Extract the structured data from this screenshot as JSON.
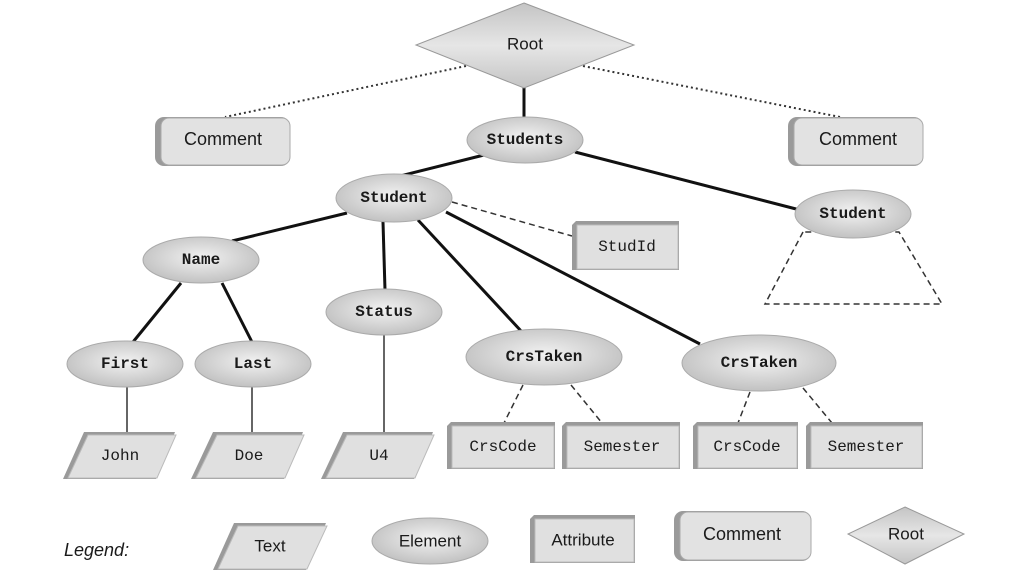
{
  "diagram": {
    "title": "XML document tree",
    "nodes": {
      "root": {
        "label": "Root",
        "kind": "root"
      },
      "comment_left": {
        "label": "Comment",
        "kind": "comment"
      },
      "comment_right": {
        "label": "Comment",
        "kind": "comment"
      },
      "students": {
        "label": "Students",
        "kind": "element"
      },
      "student_1": {
        "label": "Student",
        "kind": "element"
      },
      "student_2": {
        "label": "Student",
        "kind": "element"
      },
      "studid": {
        "label": "StudId",
        "kind": "attribute"
      },
      "name": {
        "label": "Name",
        "kind": "element"
      },
      "status": {
        "label": "Status",
        "kind": "element"
      },
      "crstaken_1": {
        "label": "CrsTaken",
        "kind": "element"
      },
      "crstaken_2": {
        "label": "CrsTaken",
        "kind": "element"
      },
      "first": {
        "label": "First",
        "kind": "element"
      },
      "last": {
        "label": "Last",
        "kind": "element"
      },
      "john": {
        "label": "John",
        "kind": "text"
      },
      "doe": {
        "label": "Doe",
        "kind": "text"
      },
      "u4": {
        "label": "U4",
        "kind": "text"
      },
      "crscode_1": {
        "label": "CrsCode",
        "kind": "attribute"
      },
      "semester_1": {
        "label": "Semester",
        "kind": "attribute"
      },
      "crscode_2": {
        "label": "CrsCode",
        "kind": "attribute"
      },
      "semester_2": {
        "label": "Semester",
        "kind": "attribute"
      }
    },
    "edges": [
      {
        "from": "root",
        "to": "students",
        "style": "solid"
      },
      {
        "from": "root",
        "to": "comment_left",
        "style": "dotted"
      },
      {
        "from": "root",
        "to": "comment_right",
        "style": "dotted"
      },
      {
        "from": "students",
        "to": "student_1",
        "style": "solid"
      },
      {
        "from": "students",
        "to": "student_2",
        "style": "solid"
      },
      {
        "from": "student_1",
        "to": "studid",
        "style": "dashed"
      },
      {
        "from": "student_1",
        "to": "name",
        "style": "solid"
      },
      {
        "from": "student_1",
        "to": "status",
        "style": "solid"
      },
      {
        "from": "student_1",
        "to": "crstaken_1",
        "style": "solid"
      },
      {
        "from": "student_1",
        "to": "crstaken_2",
        "style": "solid"
      },
      {
        "from": "name",
        "to": "first",
        "style": "solid"
      },
      {
        "from": "name",
        "to": "last",
        "style": "solid"
      },
      {
        "from": "first",
        "to": "john",
        "style": "thin"
      },
      {
        "from": "last",
        "to": "doe",
        "style": "thin"
      },
      {
        "from": "status",
        "to": "u4",
        "style": "thin"
      },
      {
        "from": "crstaken_1",
        "to": "crscode_1",
        "style": "dashed"
      },
      {
        "from": "crstaken_1",
        "to": "semester_1",
        "style": "dashed"
      },
      {
        "from": "crstaken_2",
        "to": "crscode_2",
        "style": "dashed"
      },
      {
        "from": "crstaken_2",
        "to": "semester_2",
        "style": "dashed"
      }
    ],
    "collapsed_subtree_of": "student_2"
  },
  "legend": {
    "title": "Legend:",
    "items": [
      {
        "label": "Text",
        "kind": "text"
      },
      {
        "label": "Element",
        "kind": "element"
      },
      {
        "label": "Attribute",
        "kind": "attribute"
      },
      {
        "label": "Comment",
        "kind": "comment"
      },
      {
        "label": "Root",
        "kind": "root"
      }
    ]
  },
  "colors": {
    "fill_light": "#e2e2e2",
    "fill_dark": "#b8b8b8",
    "shadow": "#9a9a9a",
    "line": "#111111",
    "text": "#1a1a1a"
  }
}
